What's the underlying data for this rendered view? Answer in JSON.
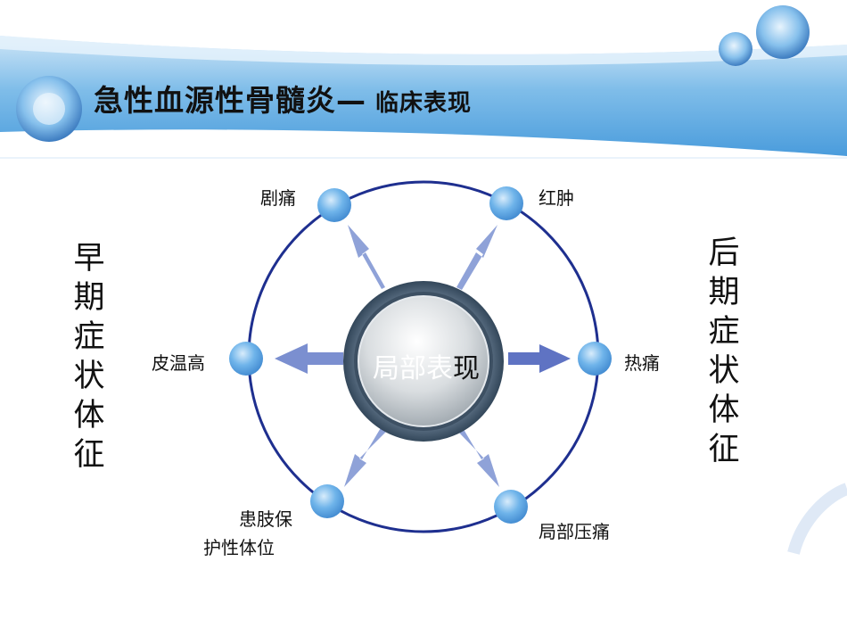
{
  "title": {
    "main": "急性血源性骨髓炎—",
    "sub": "临床表现"
  },
  "left_label": [
    "早",
    "期",
    "症",
    "状",
    "体",
    "征"
  ],
  "right_label": [
    "后",
    "期",
    "症",
    "状",
    "体",
    "征"
  ],
  "center": {
    "light": "局部表",
    "dark": "现"
  },
  "nodes": {
    "top_left": "剧痛",
    "top_right": "红肿",
    "left": "皮温高",
    "right": "热痛",
    "bottom_left_line1": "患肢保",
    "bottom_left_line2": "护性体位",
    "bottom_right": "局部压痛"
  },
  "colors": {
    "ring": "#1e2f8f",
    "header_blue": "#5aa7df",
    "arrow": "#6a7fc4",
    "node": "#5fa8e6"
  }
}
